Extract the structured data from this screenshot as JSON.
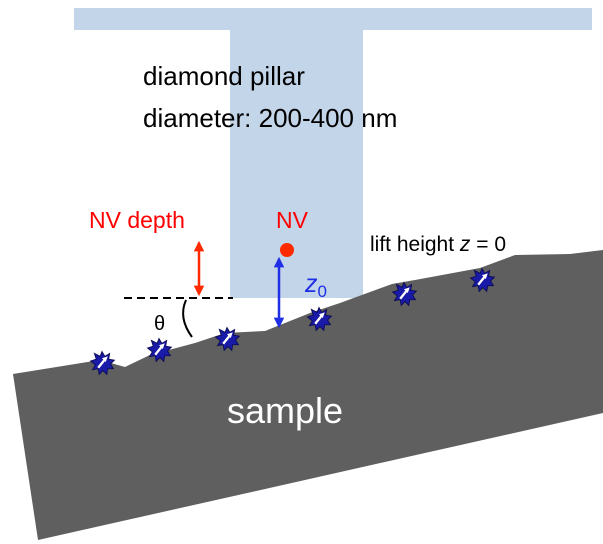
{
  "title_lines": [
    "diamond pillar",
    "diameter: 200-400 nm"
  ],
  "nv_depth_label": "NV depth",
  "nv_label": "NV",
  "z0_label": {
    "symbol": "z",
    "subscript": "0"
  },
  "lift_label": {
    "prefix": "lift height ",
    "symbol": "z",
    "suffix": " = 0"
  },
  "theta_label": "θ",
  "sample_label": "sample",
  "colors": {
    "pillar": "#c3d5e8",
    "sample": "#5f5f5f",
    "nv_red": "#ff0000",
    "nv_depth_arrow": "#ff2a00",
    "z0_blue": "#1f2fe6",
    "spin_burst": "#1a1aa8",
    "sample_text": "#ffffff",
    "text": "#000000"
  }
}
